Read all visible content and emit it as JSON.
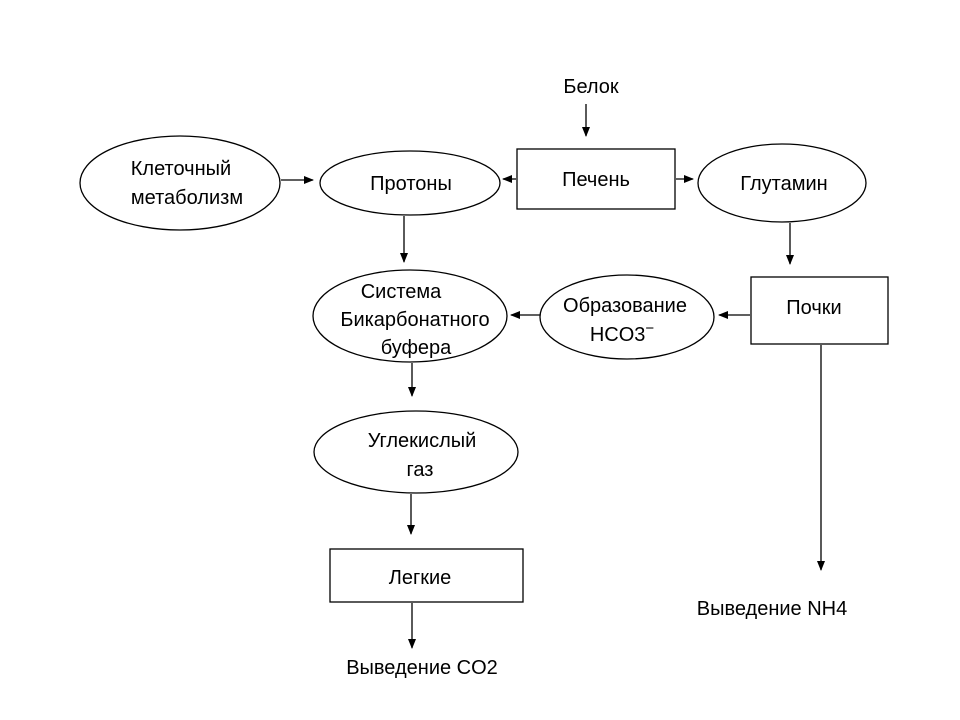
{
  "nodes": {
    "belok": "Белок",
    "kletochny_1": "Клеточный",
    "kletochny_2": "метаболизм",
    "protony": "Протоны",
    "pechen": "Печень",
    "glutamin": "Глутамин",
    "sistema_1": "Система",
    "sistema_2": "Бикарбонатного",
    "sistema_3": "буфера",
    "obrazovanie_1": "Образование",
    "obrazovanie_2": "HCO3",
    "obrazovanie_charge": "−",
    "pochki": "Почки",
    "uglekisly_1": "Углекислый",
    "uglekisly_2": "газ",
    "legkie": "Легкие",
    "vyvedenie_co2": "Выведение CO2",
    "vyvedenie_nh4": "Выведение NH4"
  }
}
